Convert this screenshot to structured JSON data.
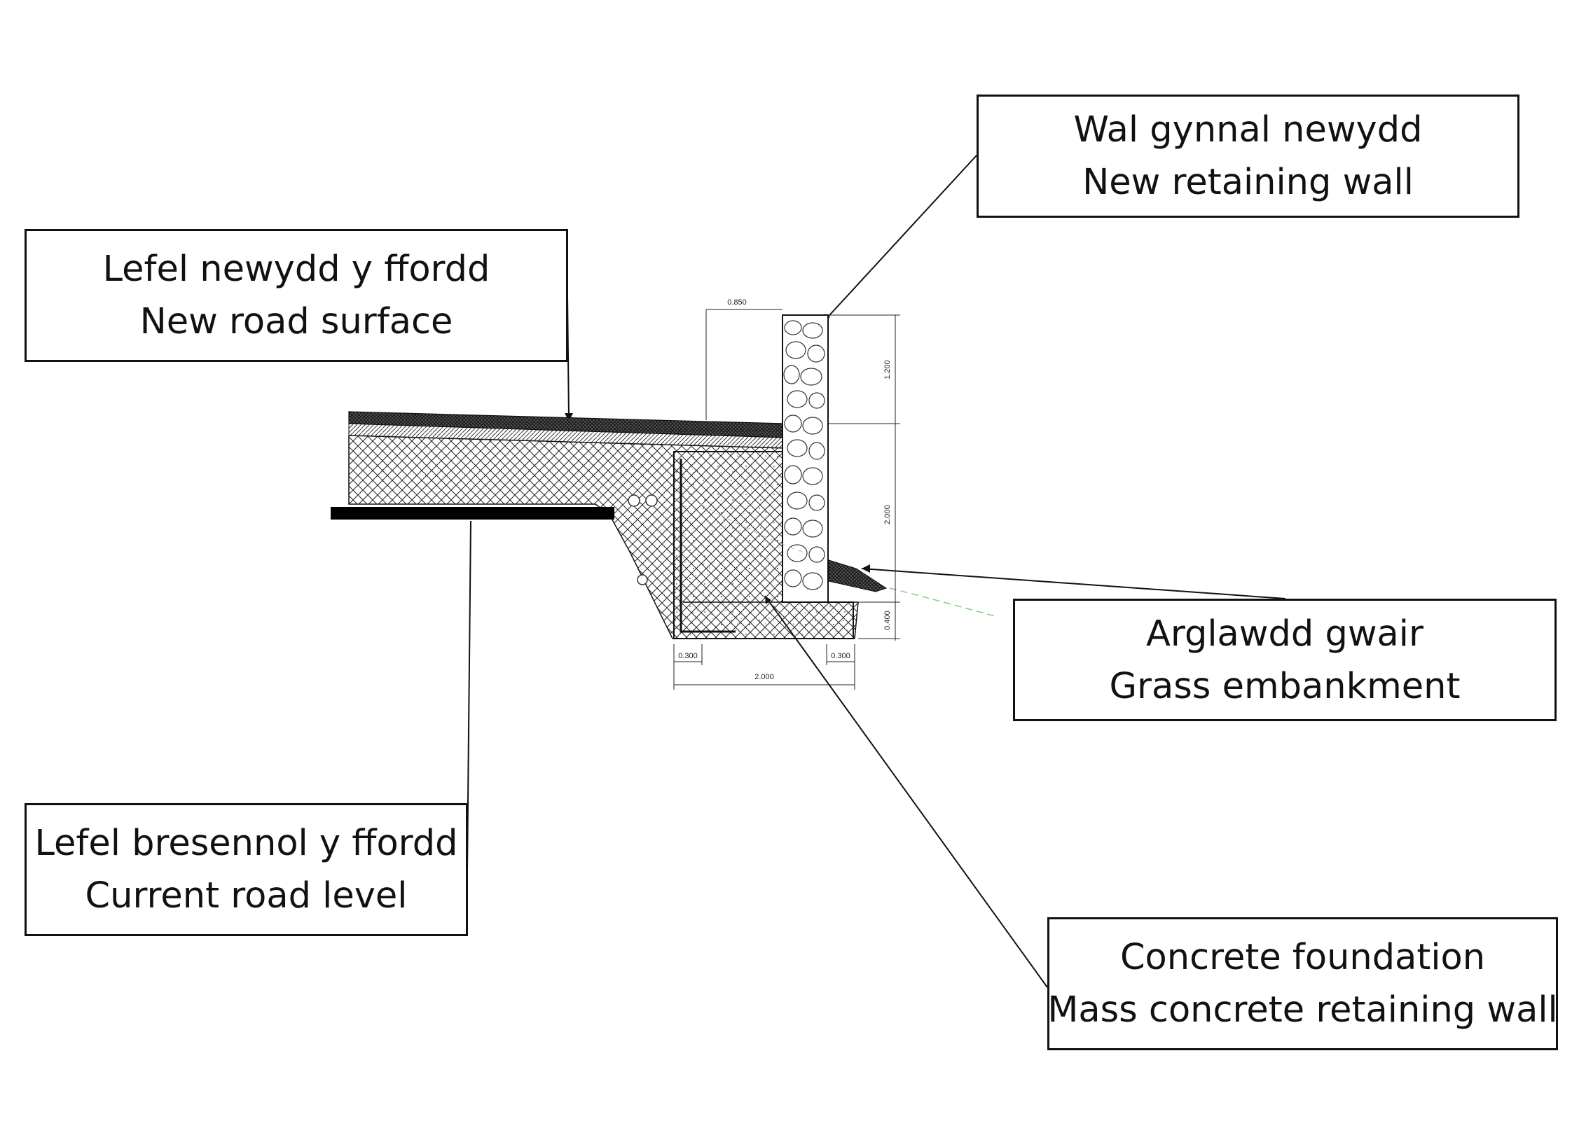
{
  "labels": {
    "new_retaining_wall": {
      "welsh": "Wal gynnal newydd",
      "english": "New retaining wall"
    },
    "new_road_surface": {
      "welsh": "Lefel newydd y ffordd",
      "english": "New road surface"
    },
    "grass_embankment": {
      "welsh": "Arglawdd gwair",
      "english": "Grass embankment"
    },
    "current_road_level": {
      "welsh": "Lefel bresennol y ffordd",
      "english": "Current road level"
    },
    "concrete_foundation": {
      "title": "Concrete foundation",
      "subtitle": "Mass concrete retaining wall"
    }
  },
  "dimensions": {
    "top_width": "0.850",
    "upper_height": "1.200",
    "wall_height": "2.000",
    "base_height": "0.400",
    "toe_width": "0.300",
    "heel_width": "0.300",
    "base_width": "2.000"
  },
  "colors": {
    "line": "#111111",
    "road_fill": "#000000",
    "grass_line": "#7fcf7f"
  }
}
